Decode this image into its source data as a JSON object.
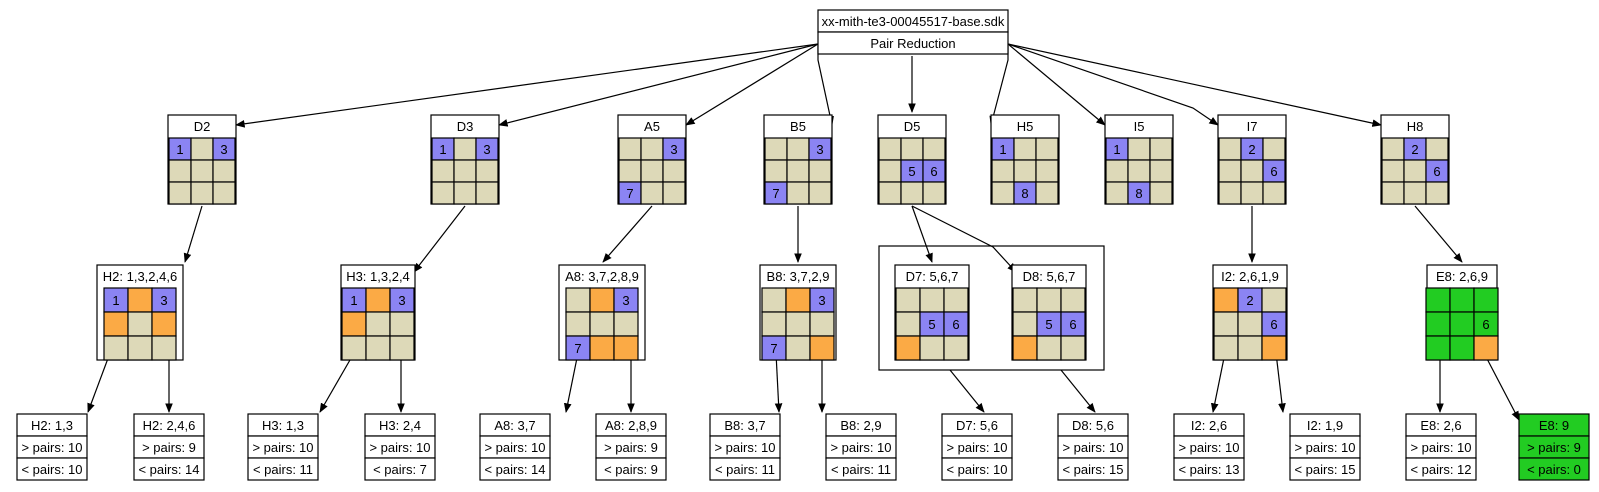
{
  "root": {
    "filename": "xx-mith-te3-00045517-base.sdk",
    "title": "Pair Reduction"
  },
  "colors": {
    "blank": "#ddd9b8",
    "blue": "#8b84f3",
    "orange": "#fbaa45",
    "green": "#22cc22",
    "line": "#000000",
    "white": "#ffffff"
  },
  "cells": {
    "D2": "1",
    "D2b": "3",
    "D3": "1",
    "D3b": "3",
    "A5": "3",
    "A5b": "7",
    "B5": "3",
    "B5b": "7",
    "D5": "5",
    "D5b": "6",
    "H5": "1",
    "H5b": "8",
    "I5": "1",
    "I5b": "8",
    "I7": "2",
    "I7b": "6",
    "H8": "2",
    "H8b": "6",
    "H2": "1",
    "H2b": "3",
    "H3": "1",
    "H3b": "3",
    "A8": "3",
    "A8b": "7",
    "B8": "3",
    "B8b": "7",
    "D7": "5",
    "D7b": "6",
    "D8": "5",
    "D8b": "6",
    "I2": "2",
    "I2b": "6",
    "E8": "6"
  },
  "level1": [
    {
      "label": "D2"
    },
    {
      "label": "D3"
    },
    {
      "label": "A5"
    },
    {
      "label": "B5"
    },
    {
      "label": "D5"
    },
    {
      "label": "H5"
    },
    {
      "label": "I5"
    },
    {
      "label": "I7"
    },
    {
      "label": "H8"
    }
  ],
  "level2": [
    {
      "label": "H2: 1,3,2,4,6"
    },
    {
      "label": "H3: 1,3,2,4"
    },
    {
      "label": "A8: 3,7,2,8,9"
    },
    {
      "label": "B8: 3,7,2,9"
    },
    {
      "label": "D7: 5,6,7"
    },
    {
      "label": "D8: 5,6,7"
    },
    {
      "label": "I2: 2,6,1,9"
    },
    {
      "label": "E8: 2,6,9"
    }
  ],
  "leaves": [
    {
      "title": "H2: 1,3",
      "more": "> pairs: 10",
      "less": "< pairs: 10"
    },
    {
      "title": "H2: 2,4,6",
      "more": "> pairs: 9",
      "less": "< pairs: 14"
    },
    {
      "title": "H3: 1,3",
      "more": "> pairs: 10",
      "less": "< pairs: 11"
    },
    {
      "title": "H3: 2,4",
      "more": "> pairs: 10",
      "less": "< pairs: 7"
    },
    {
      "title": "A8: 3,7",
      "more": "> pairs: 10",
      "less": "< pairs: 14"
    },
    {
      "title": "A8: 2,8,9",
      "more": "> pairs: 9",
      "less": "< pairs: 9"
    },
    {
      "title": "B8: 3,7",
      "more": "> pairs: 10",
      "less": "< pairs: 11"
    },
    {
      "title": "B8: 2,9",
      "more": "> pairs: 10",
      "less": "< pairs: 11"
    },
    {
      "title": "D7: 5,6",
      "more": "> pairs: 10",
      "less": "< pairs: 10"
    },
    {
      "title": "D8: 5,6",
      "more": "> pairs: 10",
      "less": "< pairs: 15"
    },
    {
      "title": "I2: 2,6",
      "more": "> pairs: 10",
      "less": "< pairs: 13"
    },
    {
      "title": "I2: 1,9",
      "more": "> pairs: 10",
      "less": "< pairs: 15"
    },
    {
      "title": "E8: 2,6",
      "more": "> pairs: 10",
      "less": "< pairs: 12"
    },
    {
      "title": "E8: 9",
      "more": "> pairs: 9",
      "less": "< pairs: 0"
    }
  ]
}
